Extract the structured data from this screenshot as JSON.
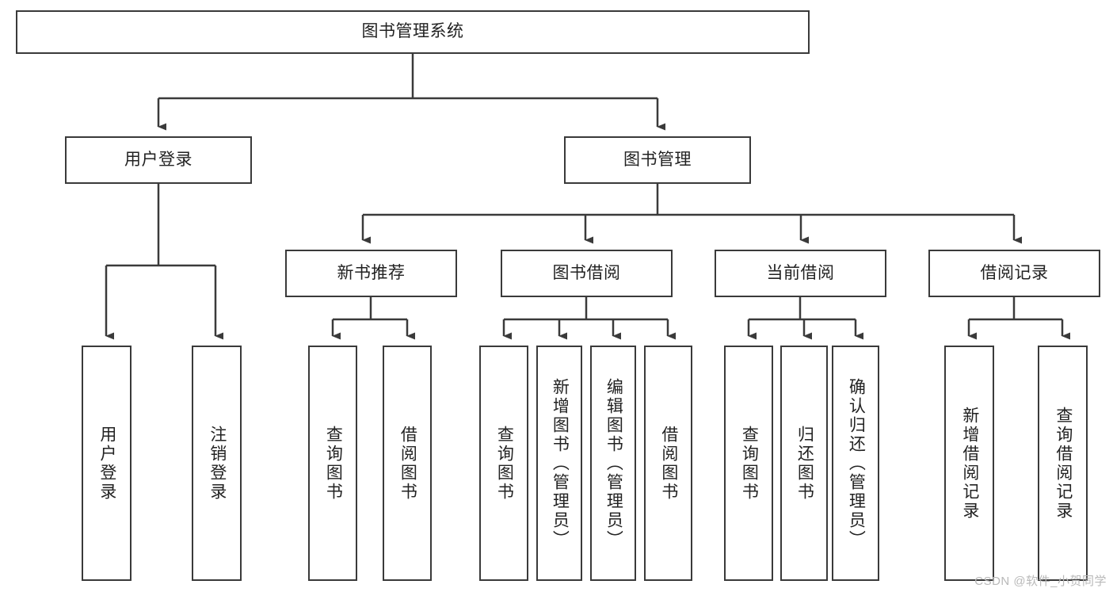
{
  "diagram": {
    "title": "图书管理系统",
    "root": {
      "label": "图书管理系统"
    },
    "level1": [
      {
        "label": "用户登录"
      },
      {
        "label": "图书管理"
      }
    ],
    "level2": [
      {
        "label": "新书推荐"
      },
      {
        "label": "图书借阅"
      },
      {
        "label": "当前借阅"
      },
      {
        "label": "借阅记录"
      }
    ],
    "leaves": [
      {
        "label": "用户登录",
        "parent": "用户登录"
      },
      {
        "label": "注销登录",
        "parent": "用户登录"
      },
      {
        "label": "查询图书",
        "parent": "新书推荐"
      },
      {
        "label": "借阅图书",
        "parent": "新书推荐"
      },
      {
        "label": "查询图书",
        "parent": "图书借阅"
      },
      {
        "label": "新增图书（管理员）",
        "parent": "图书借阅"
      },
      {
        "label": "编辑图书（管理员）",
        "parent": "图书借阅"
      },
      {
        "label": "借阅图书",
        "parent": "图书借阅"
      },
      {
        "label": "查询图书",
        "parent": "当前借阅"
      },
      {
        "label": "归还图书",
        "parent": "当前借阅"
      },
      {
        "label": "确认归还（管理员）",
        "parent": "当前借阅"
      },
      {
        "label": "新增借阅记录",
        "parent": "借阅记录"
      },
      {
        "label": "查询借阅记录",
        "parent": "借阅记录"
      }
    ],
    "watermark": "CSDN @软件_小贺同学",
    "colors": {
      "stroke": "#3a3a3a",
      "fill": "#ffffff",
      "text": "#222222",
      "watermark": "#b9b9b9"
    }
  }
}
